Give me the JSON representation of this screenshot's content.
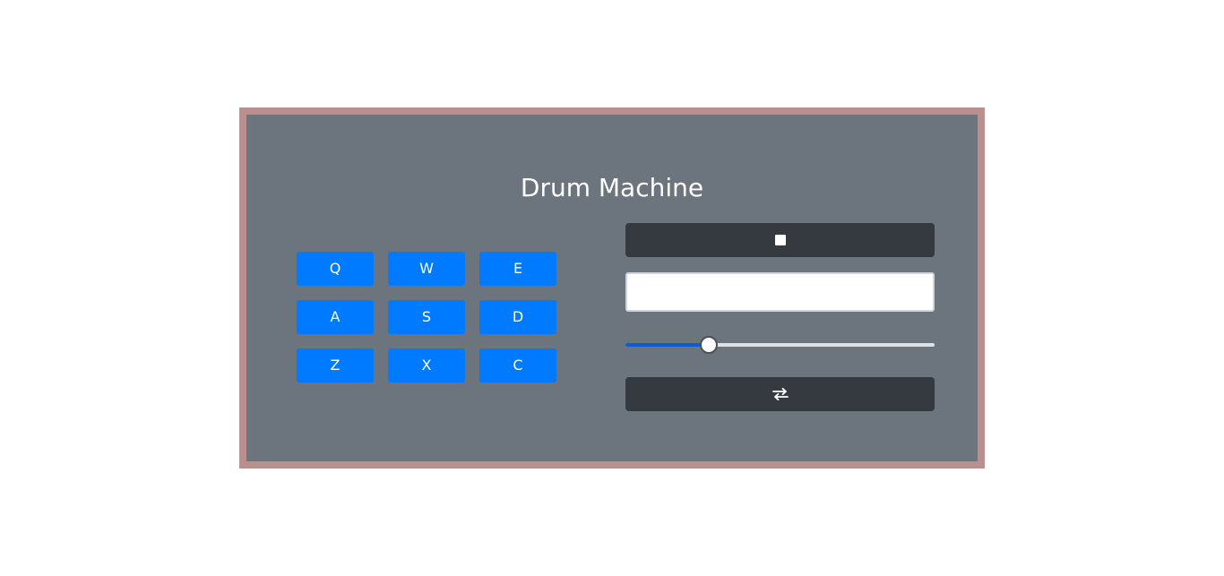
{
  "app": {
    "title": "Drum Machine"
  },
  "pads": [
    {
      "key": "Q"
    },
    {
      "key": "W"
    },
    {
      "key": "E"
    },
    {
      "key": "A"
    },
    {
      "key": "S"
    },
    {
      "key": "D"
    },
    {
      "key": "Z"
    },
    {
      "key": "X"
    },
    {
      "key": "C"
    }
  ],
  "controls": {
    "power_button_icon": "stop-icon",
    "display_text": "",
    "volume": 0.27,
    "bank_button_icon": "swap-arrows-icon"
  },
  "colors": {
    "border": "#bc8f8f",
    "panel": "#6c757d",
    "pad": "#007bff",
    "dark_button": "#343a40",
    "slider_fill": "#0d5bd8"
  }
}
